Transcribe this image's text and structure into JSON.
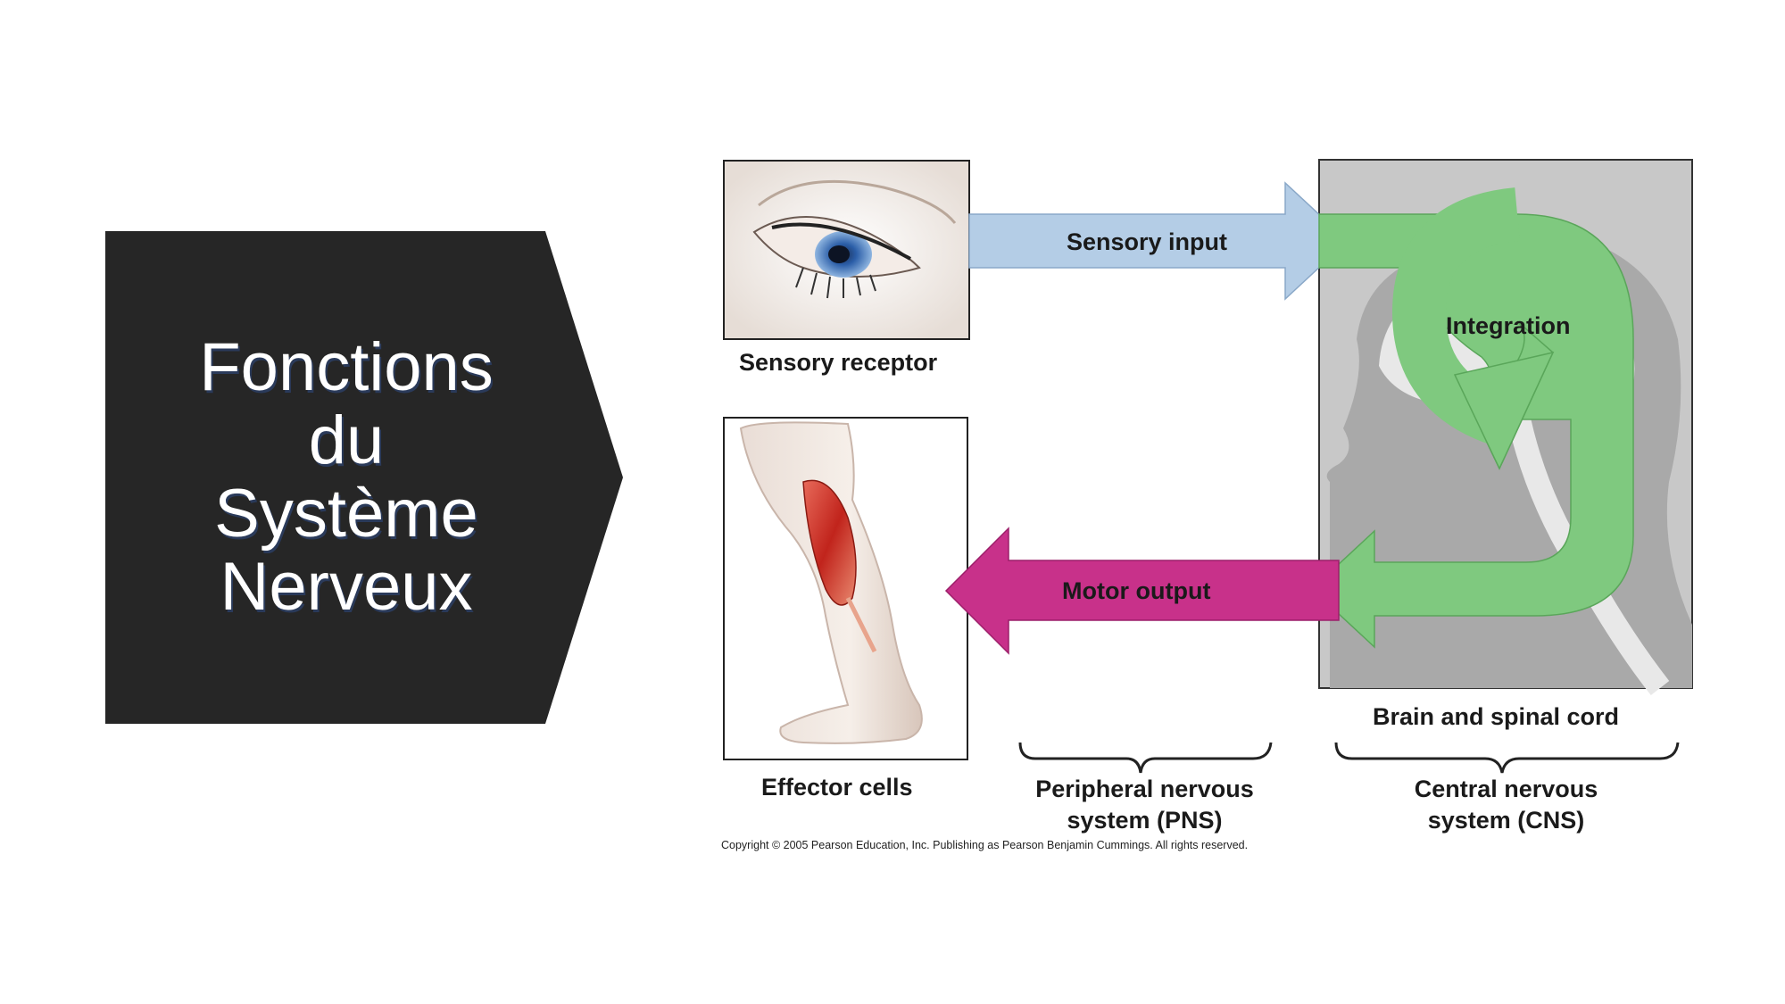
{
  "slide": {
    "title_lines": [
      "Fonctions",
      "du",
      "Système",
      "Nerveux"
    ]
  },
  "diagram": {
    "sensory_receptor": "Sensory receptor",
    "sensory_input": "Sensory input",
    "integration": "Integration",
    "motor_output": "Motor output",
    "effector_cells": "Effector cells",
    "brain_spinal_cord": "Brain and spinal cord",
    "pns_line1": "Peripheral nervous",
    "pns_line2": "system (PNS)",
    "cns_line1": "Central nervous",
    "cns_line2": "system (CNS)",
    "copyright": "Copyright © 2005 Pearson Education, Inc. Publishing as Pearson Benjamin Cummings. All rights reserved."
  },
  "colors": {
    "title_bg": "#262626",
    "sensory_arrow": "#b4cde6",
    "integration_arrow": "#7fc97f",
    "motor_arrow": "#c8318a",
    "cns_panel": "#c8c8c8"
  }
}
